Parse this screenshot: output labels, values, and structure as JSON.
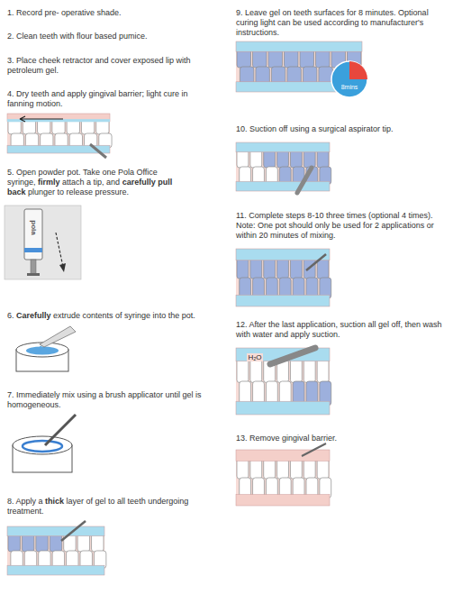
{
  "diagram": {
    "labels": [
      "1. Record pre- operative shade.",
      "2. Clean teeth with flour based pumice.",
      "3. Place cheek retractor and cover exposed lip with petroleum gel.",
      "4. Dry teeth and apply gingival barrier; light cure in fanning motion.",
      "5. Open powder pot. Take one Pola Office syringe,",
      "firmly",
      "attach a tip, and",
      "carefully pull back",
      "plunger to release pressure.",
      "pola",
      "6.",
      "Carefully",
      "extrude contents of syringe into the pot.",
      "7. Immediately mix using a brush applicator until gel is homogeneous.",
      "8. Apply a",
      "thick",
      "layer of gel to all teeth undergoing treatment.",
      "9. Leave gel on teeth surfaces for 8 minutes. Optional curing light can be used according to manufacturer's instructions.",
      "8mins",
      "10. Suction off using a surgical aspirator tip.",
      "11. Complete steps 8-10 three times (optional 4 times). Note: One pot should only be used for 2 applications or within 20 minutes of mixing.",
      "12. After the last application, suction all gel off, then wash with water and apply suction.",
      "H₂O",
      "13. Remove gingival barrier."
    ]
  }
}
